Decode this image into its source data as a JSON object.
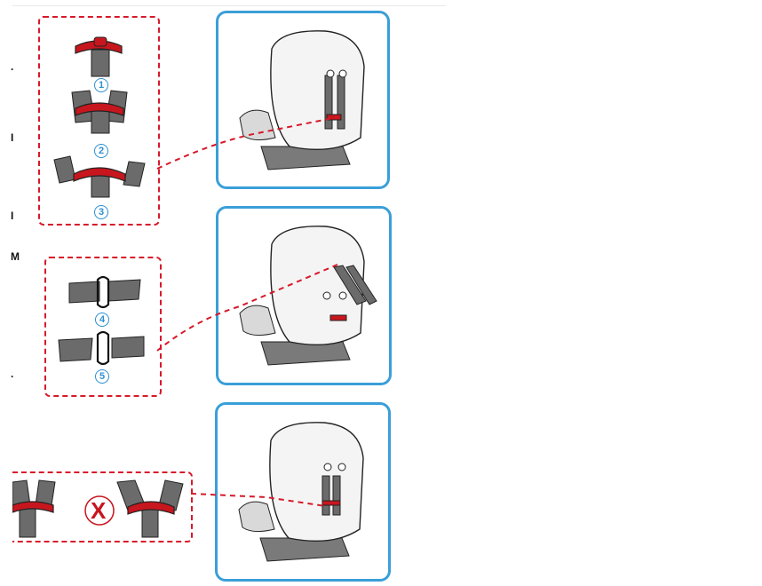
{
  "left_edge_marks": [
    ".",
    "I",
    "I",
    "M",
    "."
  ],
  "steps": [
    "1",
    "2",
    "3",
    "4",
    "5"
  ],
  "wrong_mark": "X",
  "colors": {
    "panel_border": "#3a9fd8",
    "dash": "#d7192a",
    "clip": "#c8161e",
    "step_number": "#2d8fd0"
  }
}
